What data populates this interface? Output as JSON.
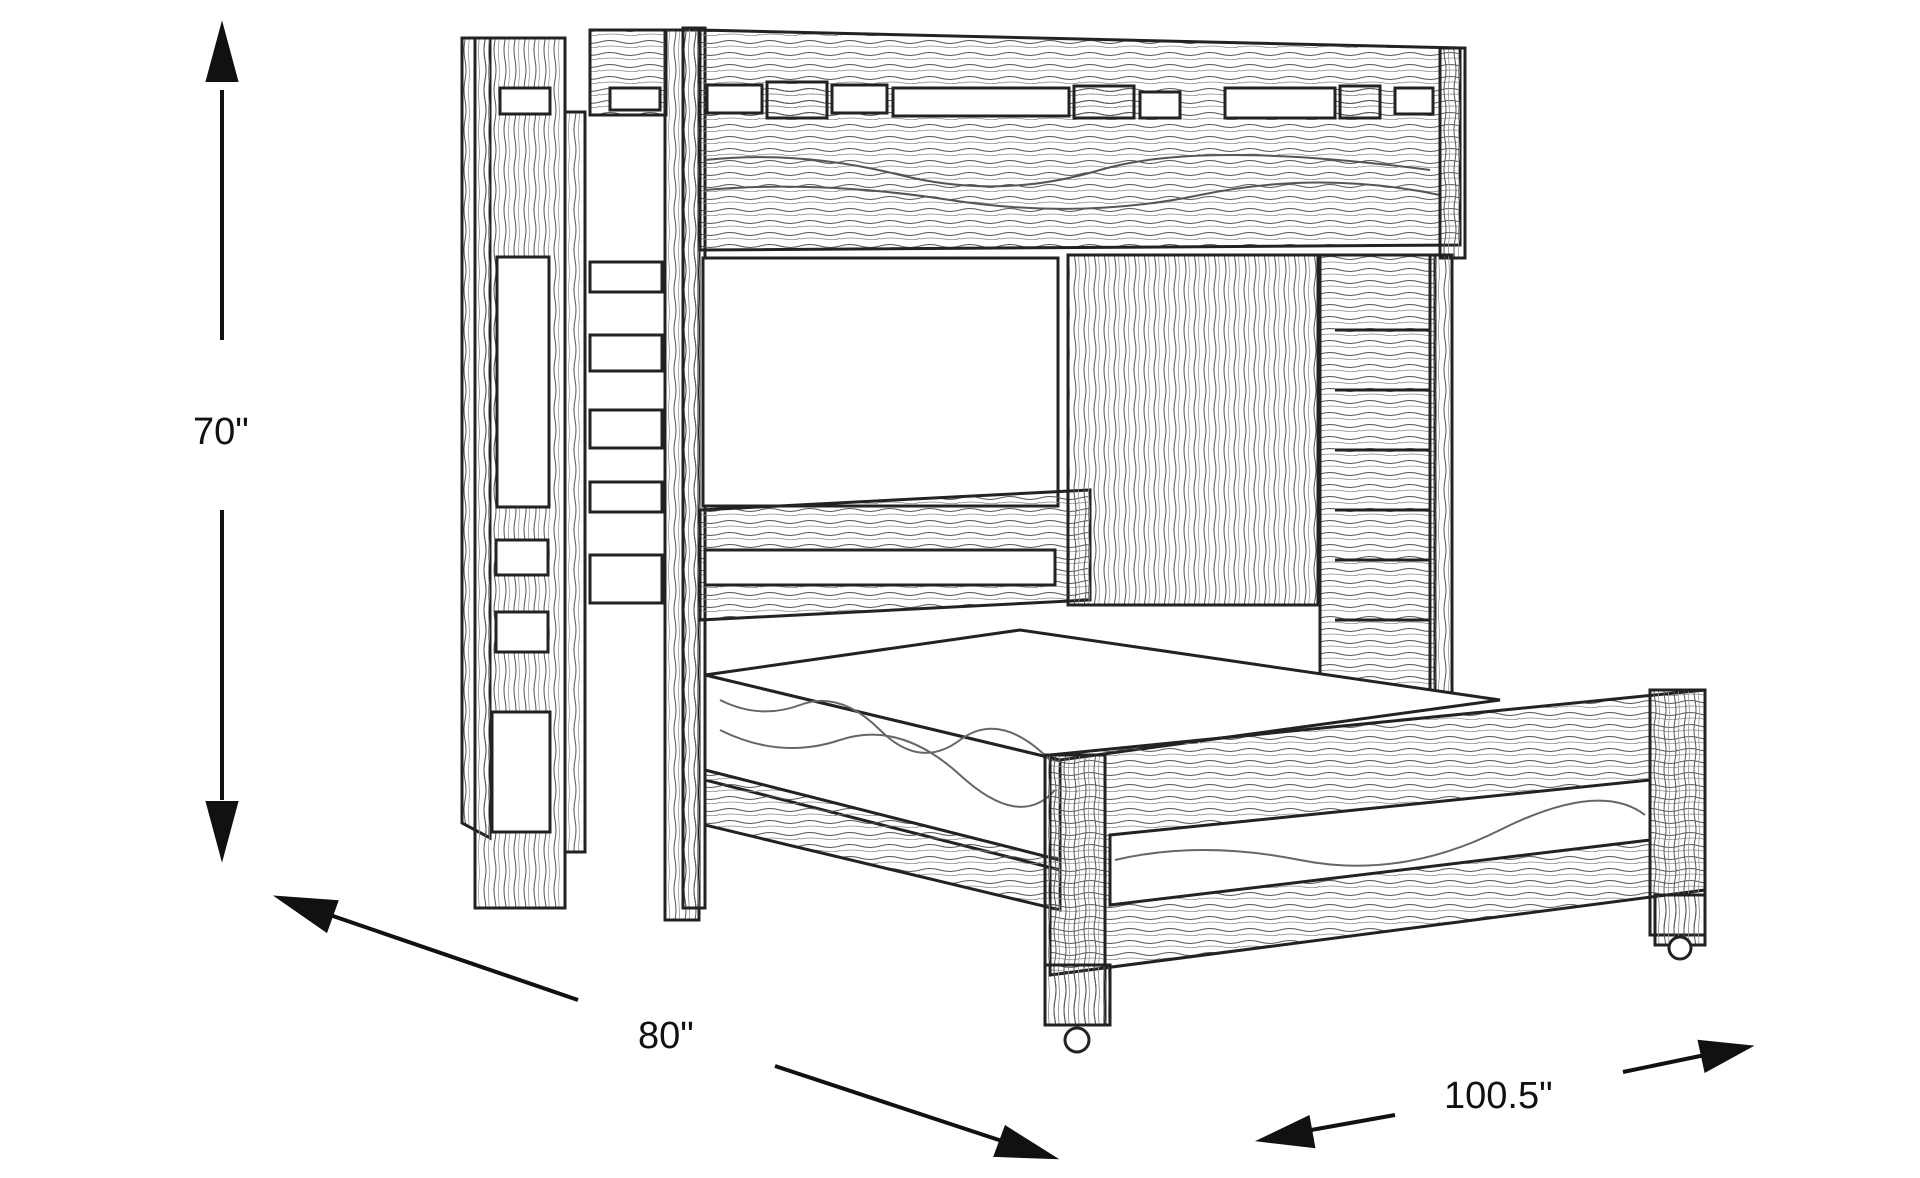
{
  "dimensions": {
    "height": "70\"",
    "depth": "80\"",
    "width": "100.5\""
  },
  "colors": {
    "ink": "#111111",
    "background": "#ffffff"
  }
}
